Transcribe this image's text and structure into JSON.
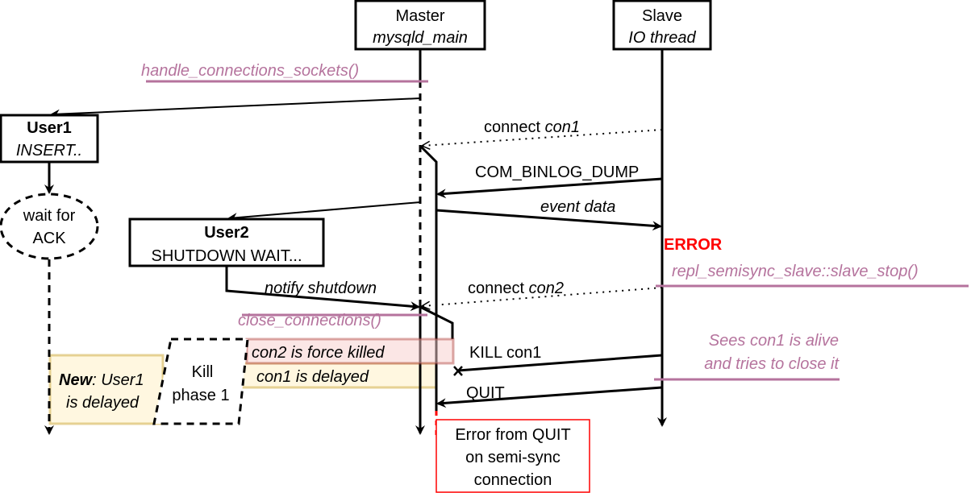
{
  "colors": {
    "purple": "#b5739d",
    "error_red": "#ff0000",
    "note_pink_fill": "#f8cecc",
    "note_pink_stroke": "#b85450",
    "note_yellow_fill": "#fff2cc",
    "note_yellow_stroke": "#d6b656"
  },
  "participants": {
    "master": {
      "title": "Master",
      "subtitle": "mysqld_main"
    },
    "slave": {
      "title": "Slave",
      "subtitle": "IO thread"
    },
    "user1": {
      "title": "User1",
      "subtitle": "INSERT.."
    },
    "user2": {
      "title": "User2",
      "subtitle": "SHUTDOWN WAIT..."
    }
  },
  "wait_ack": {
    "line1": "wait for",
    "line2": "ACK"
  },
  "messages": {
    "connect_con1": {
      "prefix": "connect ",
      "name": "con1"
    },
    "com_binlog_dump": "COM_BINLOG_DUMP",
    "event_data": "event data",
    "notify_shutdown": "notify shutdown",
    "connect_con2": {
      "prefix": "connect ",
      "name": "con2"
    },
    "kill_con1": "KILL con1",
    "quit": "QUIT"
  },
  "functions": {
    "handle_connections": "handle_connections_sockets()",
    "close_connections": "close_connections()",
    "slave_stop": "repl_semisync_slave::slave_stop()"
  },
  "error_label": "ERROR",
  "notes": {
    "con2_killed": "con2 is force killed",
    "con1_delayed": "con1 is delayed",
    "user1_delayed": {
      "bold": "New",
      "rest": ": User1",
      "line2": "is delayed"
    },
    "kill_phase": {
      "line1": "Kill",
      "line2": "phase 1"
    },
    "sees_con1": {
      "line1": "Sees con1 is alive",
      "line2": "and tries to close it"
    },
    "quit_error": {
      "line1": "Error from QUIT",
      "line2": "on semi-sync",
      "line3": "connection"
    }
  }
}
